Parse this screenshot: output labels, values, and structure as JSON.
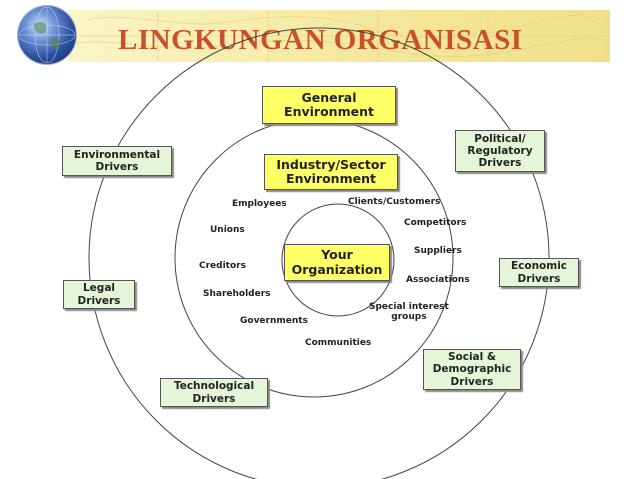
{
  "slide": {
    "title": "LINGKUNGAN ORGANISASI"
  },
  "diagram": {
    "outer_box": "General\nEnvironment",
    "middle_box": "Industry/Sector\nEnvironment",
    "center_box": "Your\nOrganization",
    "drivers": {
      "environmental": "Environmental\nDrivers",
      "political": "Political/\nRegulatory\nDrivers",
      "economic": "Economic\nDrivers",
      "social": "Social &\nDemographic\nDrivers",
      "technological": "Technological\nDrivers",
      "legal": "Legal\nDrivers"
    },
    "stakeholders": {
      "employees": "Employees",
      "clients": "Clients/Customers",
      "competitors": "Competitors",
      "unions": "Unions",
      "suppliers": "Suppliers",
      "creditors": "Creditors",
      "associations": "Associations",
      "shareholders": "Shareholders",
      "special_interest": "Special interest\ngroups",
      "governments": "Governments",
      "communities": "Communities"
    }
  },
  "colors": {
    "title": "#c8502a",
    "yellow_box": "#ffff66",
    "green_box": "#e4f5d8",
    "banner": "#f4e79a"
  }
}
